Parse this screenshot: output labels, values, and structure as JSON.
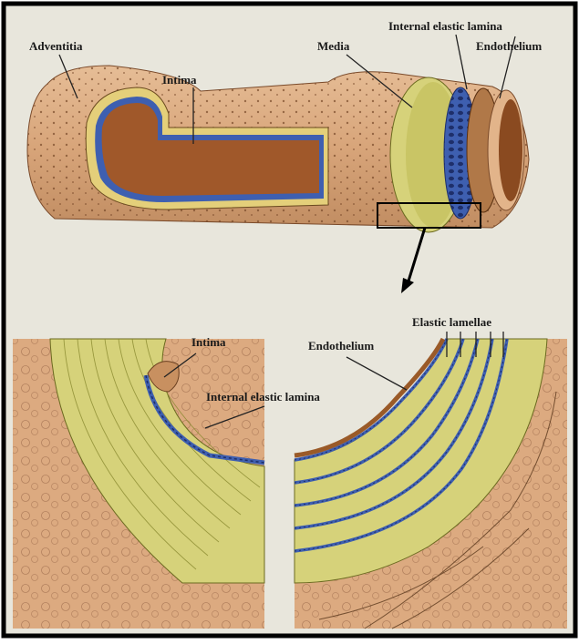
{
  "labels": {
    "top_adventitia": "Adventitia",
    "top_intima": "Intima",
    "top_media": "Media",
    "top_internal_elastic_lamina": "Internal elastic lamina",
    "top_endothelium": "Endothelium",
    "bottom_intima": "Intima",
    "bottom_endothelium": "Endothelium",
    "bottom_elastic_lamellae": "Elastic lamellae",
    "bottom_internal_elastic_lamina": "Internal elastic lamina"
  },
  "colors": {
    "background": "#e8e6dc",
    "adventitia": "#d9a87c",
    "media": "#d6d27a",
    "elastic": "#3e5fb0",
    "lumen": "#a0582a",
    "border": "#000000"
  }
}
